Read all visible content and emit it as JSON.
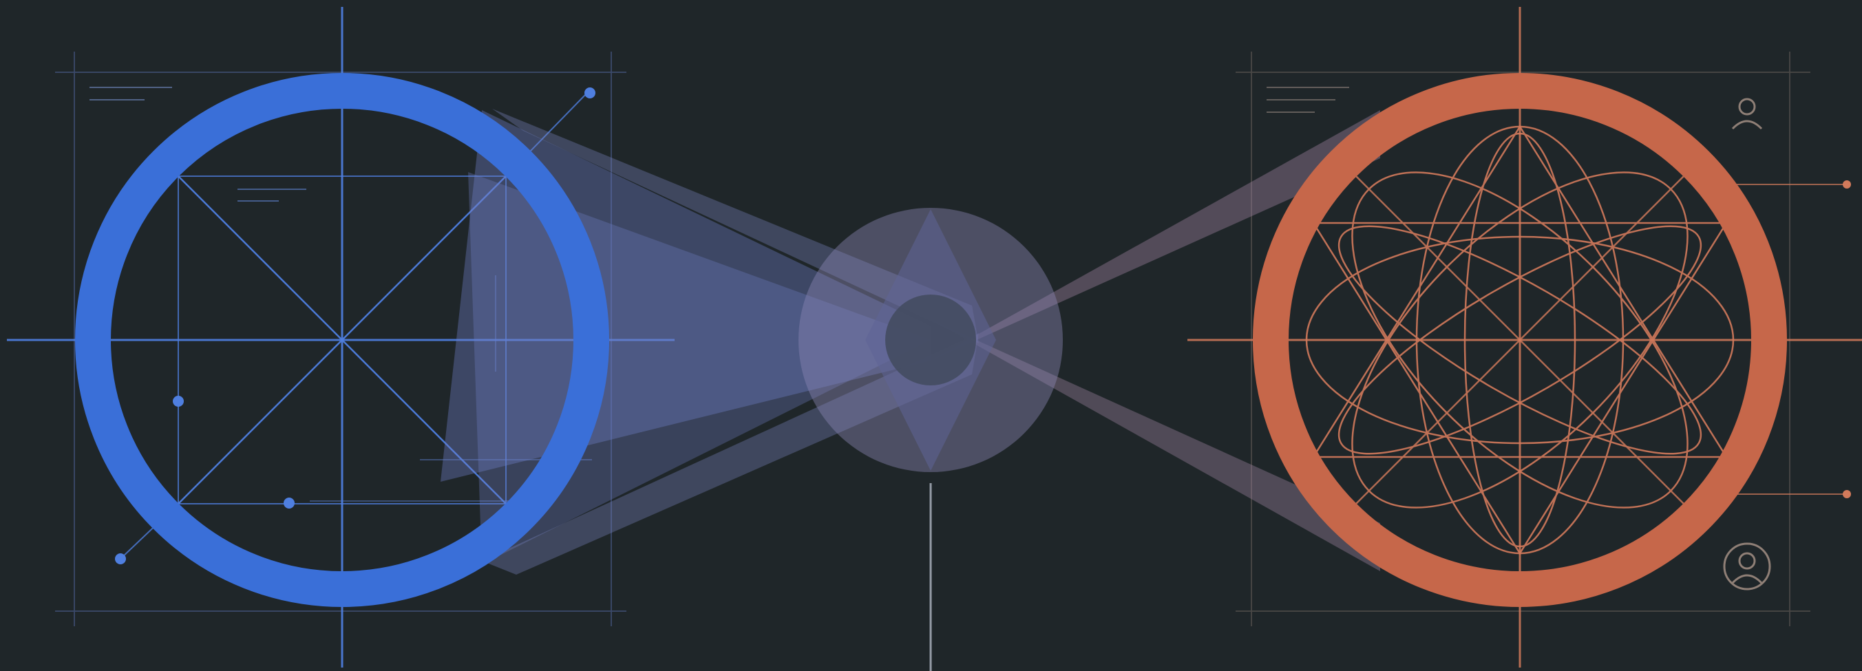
{
  "colors": {
    "background": "#1f2629",
    "left_accent": "#3a6fd8",
    "left_line": "#4f7fe0",
    "right_accent": "#c6674a",
    "right_line": "#d27a5b",
    "center_overlap": "#8d89b8",
    "beam_left": "#6f7fc8",
    "beam_right": "#a88aa8",
    "grid_line": "#3b4a6b",
    "center_line": "#aab1bc"
  },
  "nodes": [
    {
      "id": "left",
      "icon": "geometric-circle-icon",
      "style": "ring-with-cross-diagonals"
    },
    {
      "id": "center",
      "icon": "overlap-lens-icon",
      "style": "translucent-circle-with-diamond"
    },
    {
      "id": "right",
      "icon": "flower-of-life-icon",
      "style": "ring-with-elliptical-pattern"
    }
  ],
  "decorations": {
    "left_markers": [
      "dot-marker-icon",
      "dot-marker-icon",
      "dot-marker-icon",
      "dot-marker-icon"
    ],
    "right_icons": [
      "user-icon",
      "user-circle-icon"
    ],
    "right_markers": [
      "dot-marker-icon",
      "dot-marker-icon"
    ]
  }
}
